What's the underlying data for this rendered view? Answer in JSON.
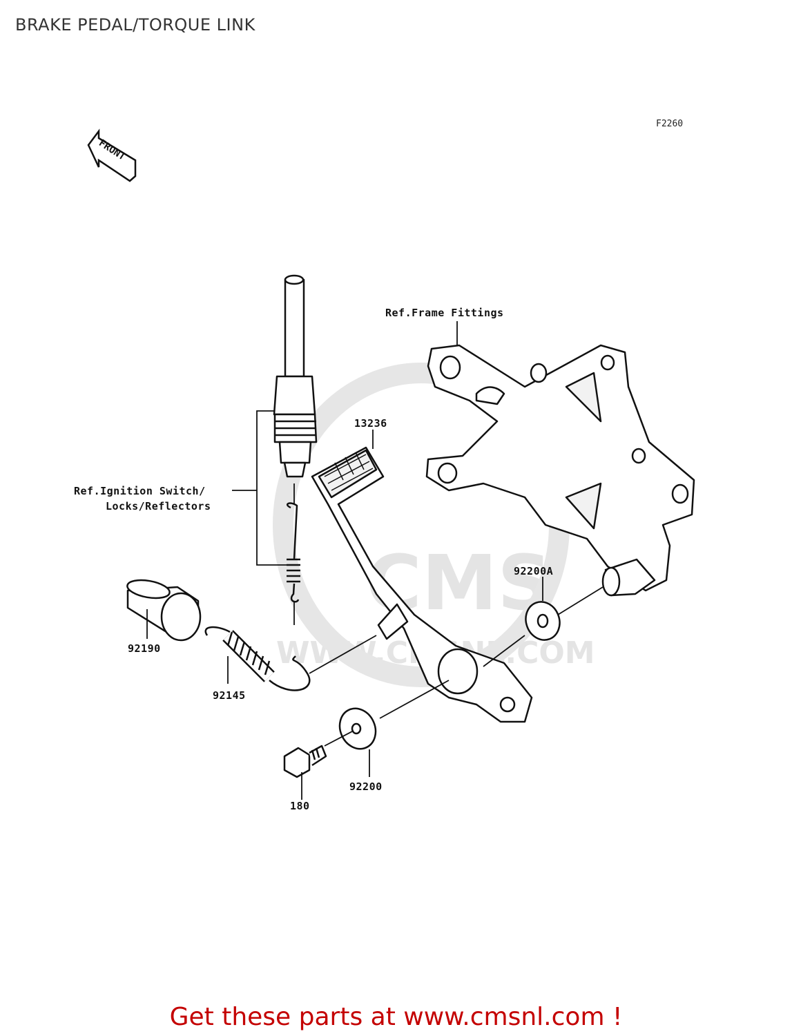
{
  "title": "BRAKE PEDAL/TORQUE LINK",
  "figure_code": "F2260",
  "front_marker": "FRONT",
  "watermark": {
    "logo": "CMS",
    "url": "WWW.CMSNL.COM"
  },
  "callouts": {
    "frame_ref": "Ref.Frame Fittings",
    "ignition_ref_line1": "Ref.Ignition Switch/",
    "ignition_ref_line2": "Locks/Reflectors",
    "pedal": "13236",
    "collar": "92190",
    "spring": "92145",
    "washer_a": "92200A",
    "washer": "92200",
    "bolt": "180"
  },
  "cta": "Get these parts at www.cmsnl.com !",
  "colors": {
    "cta": "#c40000",
    "line": "#111111",
    "watermark": "#e4e4e4"
  }
}
